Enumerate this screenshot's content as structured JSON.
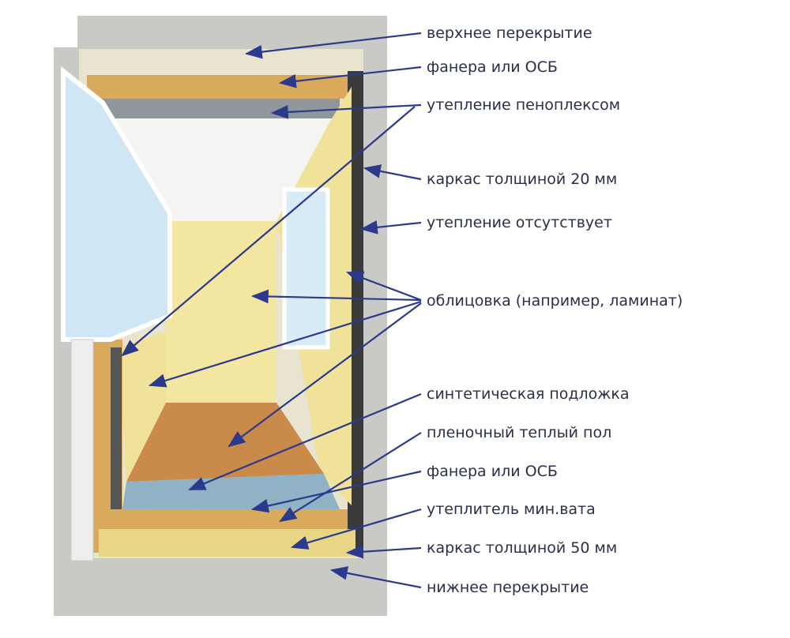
{
  "colors": {
    "arrow": "#2b3a8c",
    "text": "#2a2f4a",
    "concrete": "#c9c9c5",
    "wood": "#d9a95c",
    "panel": "#f3e6a0",
    "floor": "#c98a4a",
    "underlay": "#8fb3c4",
    "insulation": "#e8d585"
  },
  "labels": [
    "верхнее перекрытие",
    "фанера или ОСБ",
    "утепление пеноплексом",
    "каркас толщиной 20 мм",
    "утепление отсутствует",
    "облицовка (например, ламинат)",
    "синтетическая подложка",
    "пленочный теплый пол",
    "фанера или ОСБ",
    "утеплитель мин.вата",
    "каркас толщиной 50 мм",
    "нижнее перекрытие"
  ]
}
